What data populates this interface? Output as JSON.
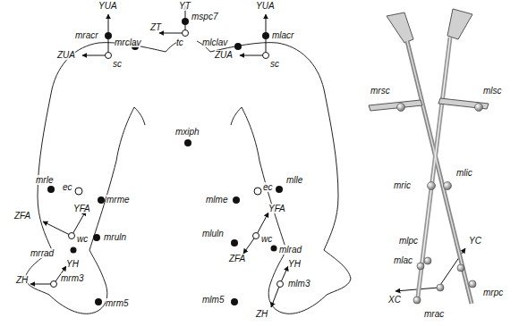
{
  "diagram": {
    "labels": [
      "YT",
      "mspc7",
      "ZT",
      "tc",
      "YUA",
      "mracr",
      "mrclav",
      "mlclav",
      "YUA",
      "mlacr",
      "ZUA",
      "sc",
      "ZUA",
      "sc",
      "mxiph",
      "mrle",
      "ec",
      "mrme",
      "mlme",
      "ec",
      "mlle",
      "ZFA",
      "YFA",
      "mrrad",
      "wc",
      "mruln",
      "YFA",
      "mluln",
      "wc",
      "ZFA",
      "mlrad",
      "YH",
      "ZH",
      "mrm3",
      "mrm5",
      "YH",
      "mlm5",
      "mlm3",
      "ZH",
      "mrsc",
      "mlsc",
      "mric",
      "mlic",
      "mlpc",
      "YC",
      "mlac",
      "mrpc",
      "XC",
      "mrac"
    ]
  }
}
